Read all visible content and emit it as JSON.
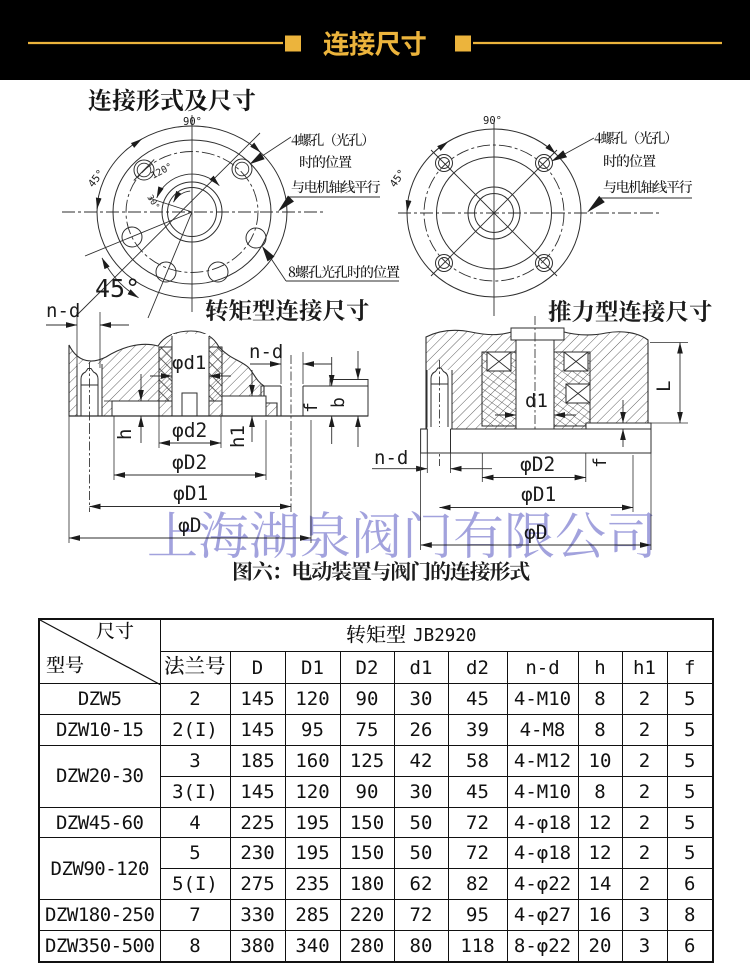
{
  "banner": {
    "title": "连接尺寸",
    "accent_color": "#ECB43C",
    "background": "#000000"
  },
  "page": {
    "title": "连接形式及尺寸"
  },
  "figure": {
    "left_view": {
      "caption": "转矩型连接尺寸",
      "angle_labels": {
        "a90": "90°",
        "a45s": "45°",
        "a120": "120°",
        "a30": "30°",
        "a45b": "45°"
      },
      "annotations": {
        "four_holes": "4螺孔（光孔）",
        "position": "时的位置",
        "parallel": "与电机轴线平行",
        "eight_holes": "8螺孔光孔时的位置"
      }
    },
    "right_view": {
      "caption": "推力型连接尺寸",
      "angle_labels": {
        "a90": "90°",
        "a45s": "45°"
      },
      "annotations": {
        "four_holes": "4螺孔（光孔）",
        "position": "时的位置",
        "parallel": "与电机轴线平行"
      }
    },
    "dims": {
      "nd": "n-d",
      "phid1": "φd1",
      "phid2": "φd2",
      "phiD2": "φD2",
      "phiD1": "φD1",
      "phiD": "φD",
      "h": "h",
      "h1": "h1",
      "f": "f",
      "b": "b",
      "L": "L",
      "d1": "d1"
    },
    "watermark": "上海湖泉阀门有限公司",
    "caption": "图六：电动装置与阀门的连接形式"
  },
  "table": {
    "corner": {
      "top": "尺寸",
      "bottom": "型号"
    },
    "group_header": {
      "cn": "转矩型",
      "latin": "JB2920"
    },
    "columns": [
      "法兰号",
      "D",
      "D1",
      "D2",
      "d1",
      "d2",
      "n-d",
      "h",
      "h1",
      "f"
    ],
    "rows": [
      {
        "model": "DZW5",
        "subrows": [
          [
            "2",
            "145",
            "120",
            "90",
            "30",
            "45",
            "4-M10",
            "8",
            "2",
            "5"
          ]
        ]
      },
      {
        "model": "DZW10-15",
        "subrows": [
          [
            "2(I)",
            "145",
            "95",
            "75",
            "26",
            "39",
            "4-M8",
            "8",
            "2",
            "5"
          ]
        ]
      },
      {
        "model": "DZW20-30",
        "subrows": [
          [
            "3",
            "185",
            "160",
            "125",
            "42",
            "58",
            "4-M12",
            "10",
            "2",
            "5"
          ],
          [
            "3(I)",
            "145",
            "120",
            "90",
            "30",
            "45",
            "4-M10",
            "8",
            "2",
            "5"
          ]
        ]
      },
      {
        "model": "DZW45-60",
        "subrows": [
          [
            "4",
            "225",
            "195",
            "150",
            "50",
            "72",
            "4-φ18",
            "12",
            "2",
            "5"
          ]
        ]
      },
      {
        "model": "DZW90-120",
        "subrows": [
          [
            "5",
            "230",
            "195",
            "150",
            "50",
            "72",
            "4-φ18",
            "12",
            "2",
            "5"
          ],
          [
            "5(I)",
            "275",
            "235",
            "180",
            "62",
            "82",
            "4-φ22",
            "14",
            "2",
            "6"
          ]
        ]
      },
      {
        "model": "DZW180-250",
        "subrows": [
          [
            "7",
            "330",
            "285",
            "220",
            "72",
            "95",
            "4-φ27",
            "16",
            "3",
            "8"
          ]
        ]
      },
      {
        "model": "DZW350-500",
        "subrows": [
          [
            "8",
            "380",
            "340",
            "280",
            "80",
            "118",
            "8-φ22",
            "20",
            "3",
            "6"
          ]
        ]
      }
    ]
  }
}
